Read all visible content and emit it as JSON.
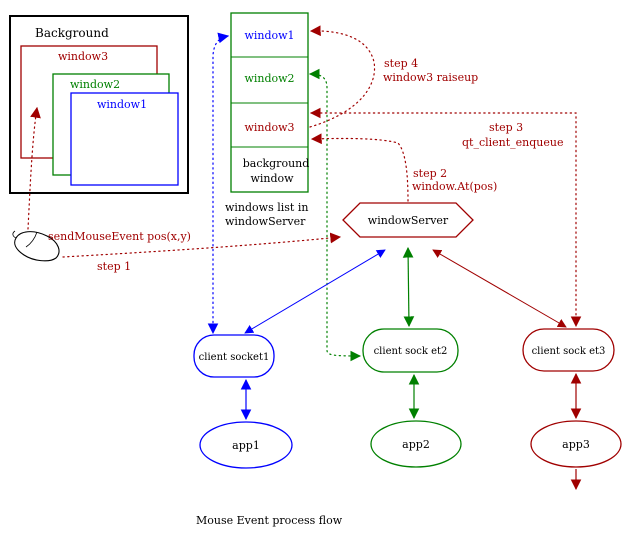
{
  "screen": {
    "title": "Background",
    "windows": [
      "window3",
      "window2",
      "window1"
    ]
  },
  "window_list": {
    "items": [
      "window1",
      "window2",
      "window3",
      "background",
      "window"
    ],
    "caption_line1": "windows list in",
    "caption_line2": "windowServer"
  },
  "server": {
    "label": "windowServer"
  },
  "clients": [
    {
      "socket": "client socket1",
      "app": "app1"
    },
    {
      "socket": "client sock et2",
      "app": "app2"
    },
    {
      "socket": "client sock et3",
      "app": "app3"
    }
  ],
  "mouse": {
    "label": "sendMouseEvent pos(x,y)",
    "step": "step 1"
  },
  "steps": {
    "step2_line1": "step 2",
    "step2_line2": "window.At(pos)",
    "step3_line1": "step 3",
    "step3_line2": "qt_client_enqueue",
    "step4_line1": "step 4",
    "step4_line2": "window3 raiseup"
  },
  "caption": "Mouse Event process flow",
  "colors": {
    "black": "#000000",
    "blue": "#0000ff",
    "green": "#008000",
    "darkred": "#a00000"
  }
}
